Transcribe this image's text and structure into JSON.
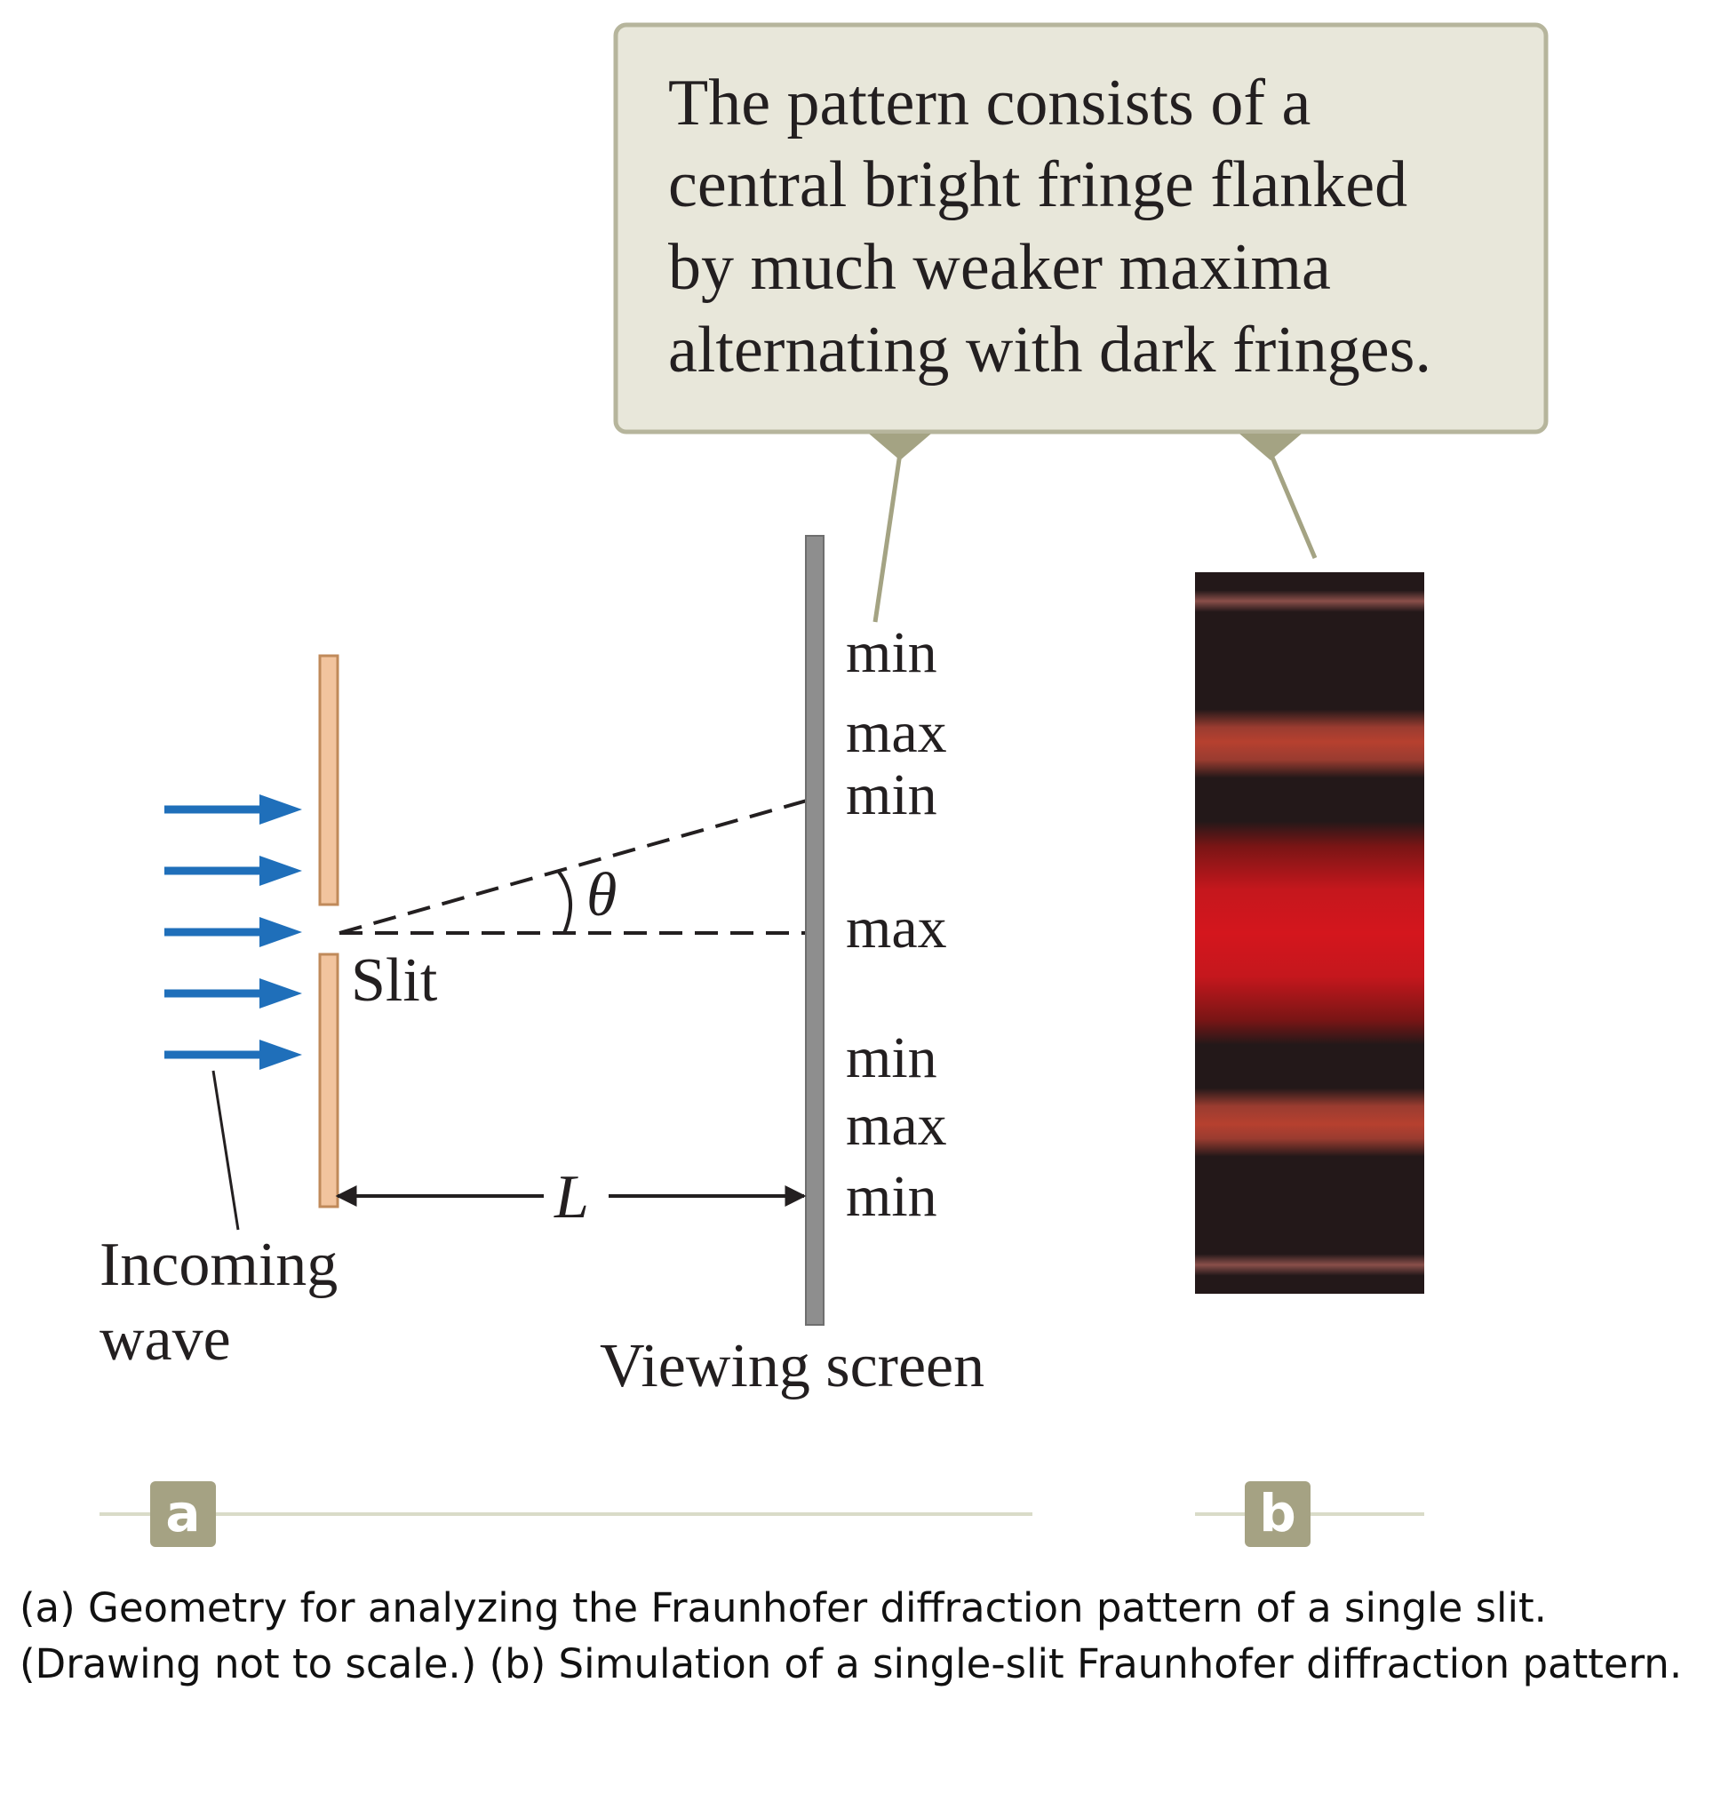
{
  "callout": {
    "lines": [
      "The pattern consists of a",
      "central bright fringe flanked",
      "by much weaker maxima",
      "alternating with dark fringes."
    ]
  },
  "panel_a": {
    "tag": "a",
    "slit_label": "Slit",
    "incoming_label_line1": "Incoming",
    "incoming_label_line2": "wave",
    "theta_label": "θ",
    "distance_label": "L",
    "screen_label": "Viewing screen",
    "screen_markers": [
      "min",
      "max",
      "min",
      "max",
      "min",
      "max",
      "min"
    ]
  },
  "panel_b": {
    "tag": "b"
  },
  "caption": "(a) Geometry for analyzing the Fraunhofer diffraction pattern of a single slit. (Drawing not to scale.) (b) Simulation of a single-slit Fraunhofer diffraction pattern.",
  "colors": {
    "callout_fill": "#e8e7da",
    "callout_border": "#b6b59c",
    "callout_pointer": "#a4a383",
    "slit_fill": "#f2c49e",
    "slit_border": "#c08a5a",
    "arrow_blue": "#1f6fba",
    "screen_gray": "#8e8e8e",
    "pattern_dark": "#231819",
    "pattern_red": "#d4161d",
    "pattern_side": "#b6402f",
    "tag_fill": "#a5a283",
    "tag_line": "#d9dbc8"
  }
}
